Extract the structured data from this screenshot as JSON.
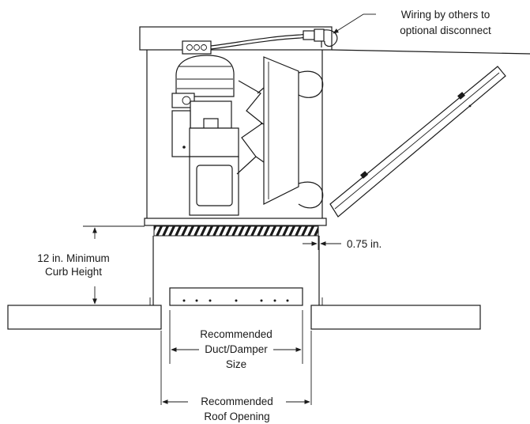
{
  "annotations": {
    "wiring": [
      "Wiring by others to",
      "optional disconnect"
    ],
    "gap": "0.75 in.",
    "curb_height": [
      "12 in. Minimum",
      "Curb Height"
    ],
    "duct_damper": [
      "Recommended",
      "Duct/Damper",
      "Size"
    ],
    "roof_opening": [
      "Recommended",
      "Roof Opening"
    ]
  }
}
